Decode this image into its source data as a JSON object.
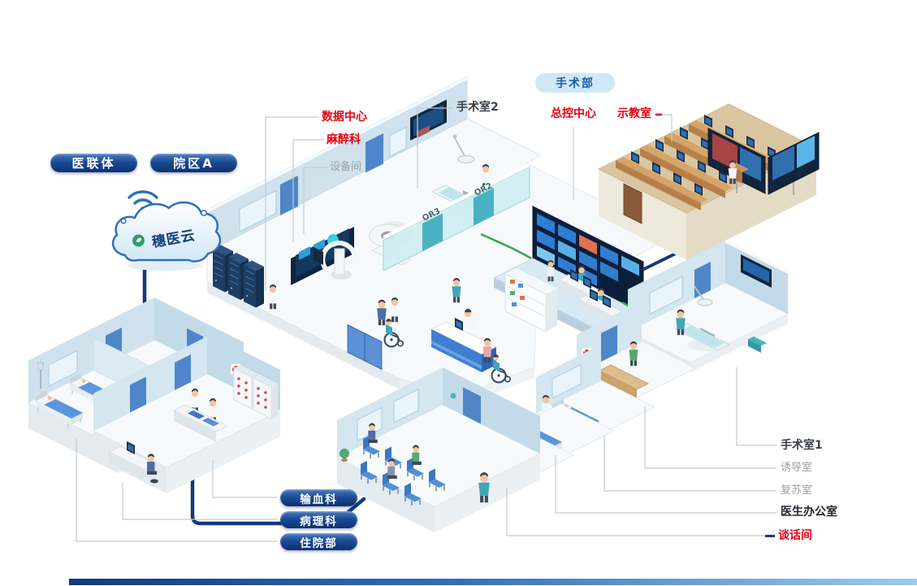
{
  "badges": {
    "department": "手术部",
    "org": [
      {
        "label": "医联体"
      },
      {
        "label": "院区A"
      }
    ]
  },
  "cloud": {
    "name": "穗医云"
  },
  "labels": {
    "or2_callout": "手术室2",
    "data_center": "数据中心",
    "anesthesia": "麻醉科",
    "equipment_room": "设备间",
    "control_center": "总控中心",
    "demo_room": "示教室",
    "or1": "手术室1",
    "induction_room": "诱导室",
    "recovery_room": "复苏室",
    "doctor_office": "医生办公室",
    "talk_room": "谈话间",
    "blood_bank": "输血科",
    "pathology": "病理科",
    "inpatient": "住院部"
  },
  "door_tags": {
    "or2": "OR2",
    "or3": "OR3"
  },
  "colors": {
    "label_red": "#e60012",
    "label_gray": "#9aa0a6",
    "label_dark": "#33383e",
    "pill_navy": "#0e2f6e",
    "dept_badge_bg": "#cfe8f6",
    "dept_badge_text": "#1c5fa8",
    "link_navy": "#16387c",
    "link_green": "#3fa34d",
    "leader_line": "#c5cbd1"
  },
  "icons": {
    "wifi": "wifi-icon",
    "cloud": "cloud-shape",
    "medical_cross": "red-cross-icon"
  }
}
